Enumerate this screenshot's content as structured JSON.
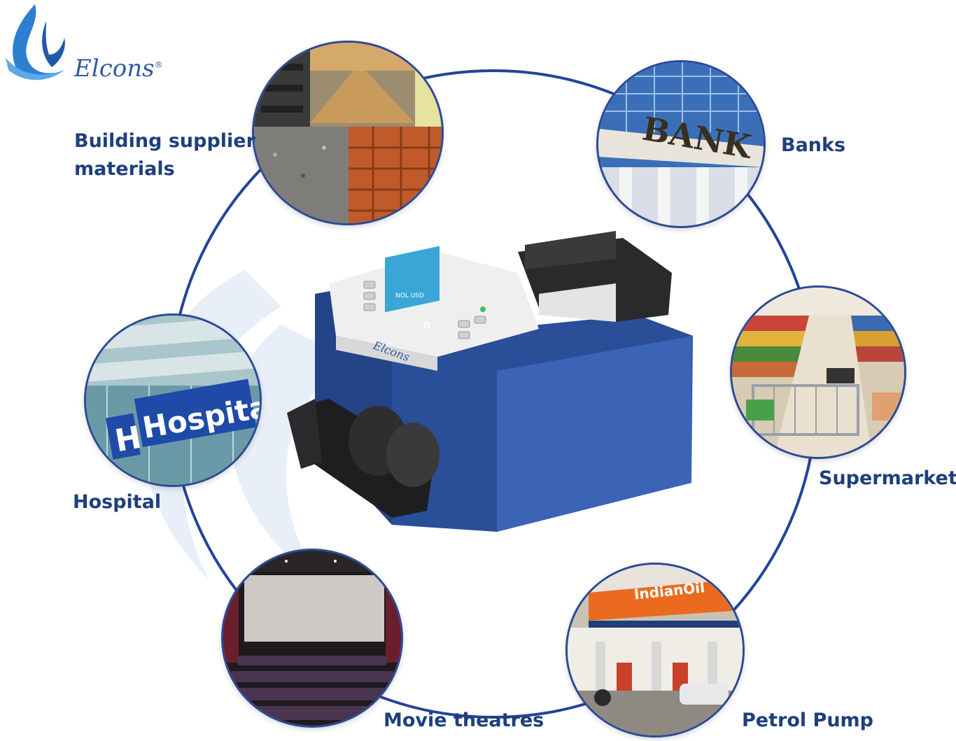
{
  "brand": {
    "name": "Elcons",
    "registered_mark": "®",
    "machine_brand": "Elcons",
    "bank_sign": "BANK",
    "hospital_sign": "Hospital",
    "hospital_symbol": "H",
    "fuel_sign": "IndianOil",
    "display_code": "NOL USD",
    "display_count": "0"
  },
  "colors": {
    "accent": "#1f3f7c",
    "ring": "#23449a",
    "machine_blue": "#2f56a6",
    "logo": "#2e5c9c"
  },
  "categories": [
    {
      "id": "building",
      "label_lines": [
        "Building supplier",
        "materials"
      ],
      "icon": "building-materials-photo"
    },
    {
      "id": "banks",
      "label_lines": [
        "Banks"
      ],
      "icon": "bank-photo"
    },
    {
      "id": "supermarket",
      "label_lines": [
        "Supermarket"
      ],
      "icon": "supermarket-photo"
    },
    {
      "id": "petrol",
      "label_lines": [
        "Petrol Pump"
      ],
      "icon": "petrol-pump-photo"
    },
    {
      "id": "movie",
      "label_lines": [
        "Movie theatres"
      ],
      "icon": "movie-theatre-photo"
    },
    {
      "id": "hospital",
      "label_lines": [
        "Hospital"
      ],
      "icon": "hospital-photo"
    }
  ]
}
